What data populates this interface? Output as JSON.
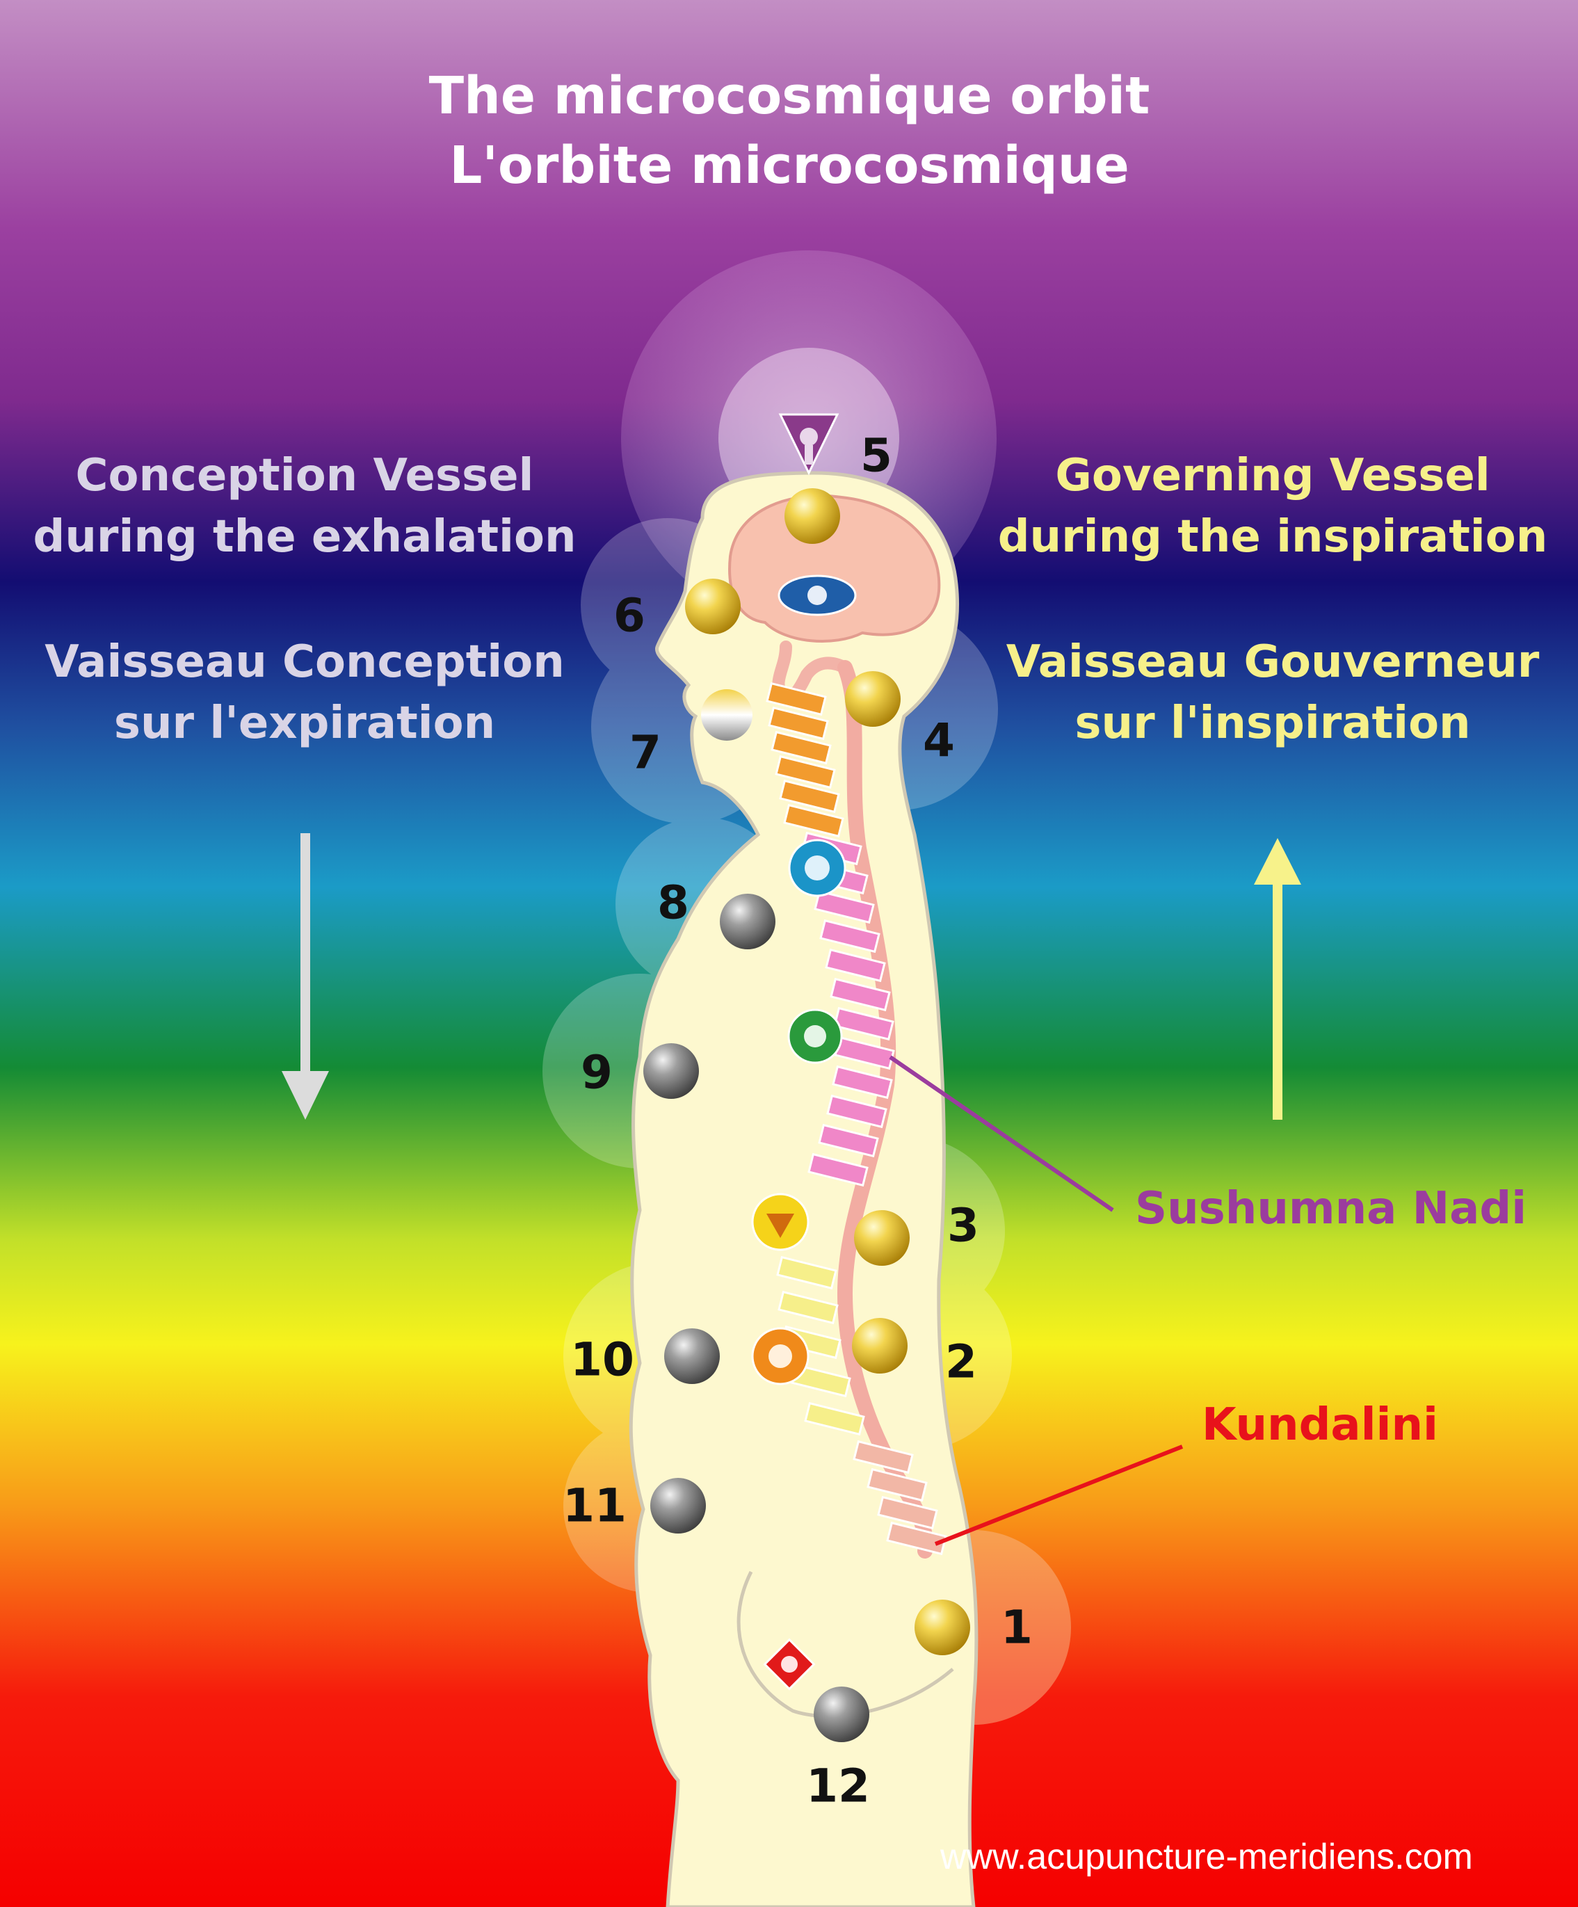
{
  "title": {
    "line1": "The microcosmique orbit",
    "line2": "L'orbite microcosmique"
  },
  "left": {
    "english": [
      "Conception Vessel",
      "during the exhalation"
    ],
    "french": [
      "Vaisseau Conception",
      "sur l'expiration"
    ],
    "color": "#d9d4e6"
  },
  "right": {
    "english": [
      "Governing Vessel",
      "during the inspiration"
    ],
    "french": [
      "Vaisseau Gouverneur",
      "sur l'inspiration"
    ],
    "color": "#f6f08a"
  },
  "labels": {
    "sushumna": "Sushumna Nadi",
    "kundalini": "Kundalini"
  },
  "colors": {
    "sushumna": "#9b3c9e",
    "kundalini": "#e8121b",
    "gold_point": "#e8c33b",
    "grey_point": "#8f8f8f",
    "body": "#fdf8cf"
  },
  "points": {
    "p1": "1",
    "p2": "2",
    "p3": "3",
    "p4": "4",
    "p5": "5",
    "p6": "6",
    "p7": "7",
    "p8": "8",
    "p9": "9",
    "p10": "10",
    "p11": "11",
    "p12": "12"
  },
  "icons": {
    "crown": "crown-chakra-icon",
    "third_eye": "third-eye-chakra-icon",
    "throat": "throat-chakra-icon",
    "heart": "heart-chakra-icon",
    "solar": "solar-plexus-chakra-icon",
    "sacral": "sacral-chakra-icon",
    "root": "root-chakra-icon",
    "arrow_down": "arrow-down-icon",
    "arrow_up": "arrow-up-icon"
  },
  "website": "www.acupuncture-meridiens.com"
}
